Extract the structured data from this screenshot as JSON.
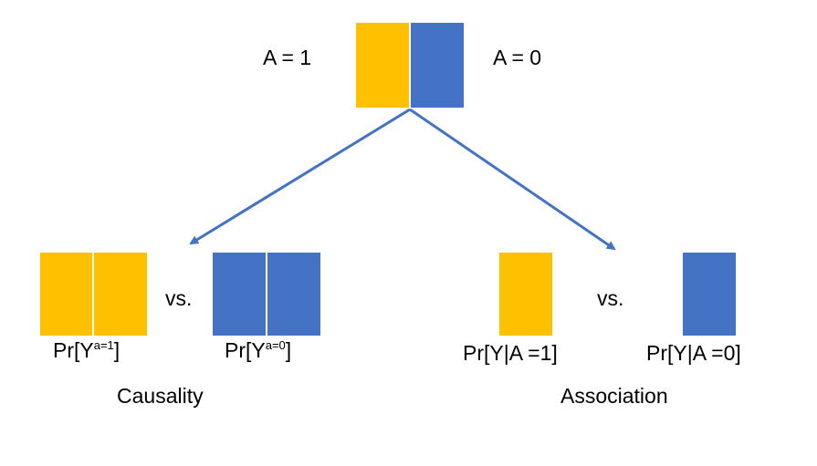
{
  "top": {
    "left_label": "A = 1",
    "right_label": "A = 0"
  },
  "colors": {
    "treated": "#FFC000",
    "untreated": "#4472C4",
    "arrow": "#4472C4"
  },
  "causality": {
    "vs": "vs.",
    "left_caption_prefix": "Pr[Y",
    "left_caption_sup": "a=1",
    "left_caption_suffix": "]",
    "right_caption_prefix": "Pr[Y",
    "right_caption_sup": "a=0",
    "right_caption_suffix": "]",
    "title": "Causality"
  },
  "association": {
    "vs": "vs.",
    "left_caption": "Pr[Y|A =1]",
    "right_caption": "Pr[Y|A =0]",
    "title": "Association"
  }
}
